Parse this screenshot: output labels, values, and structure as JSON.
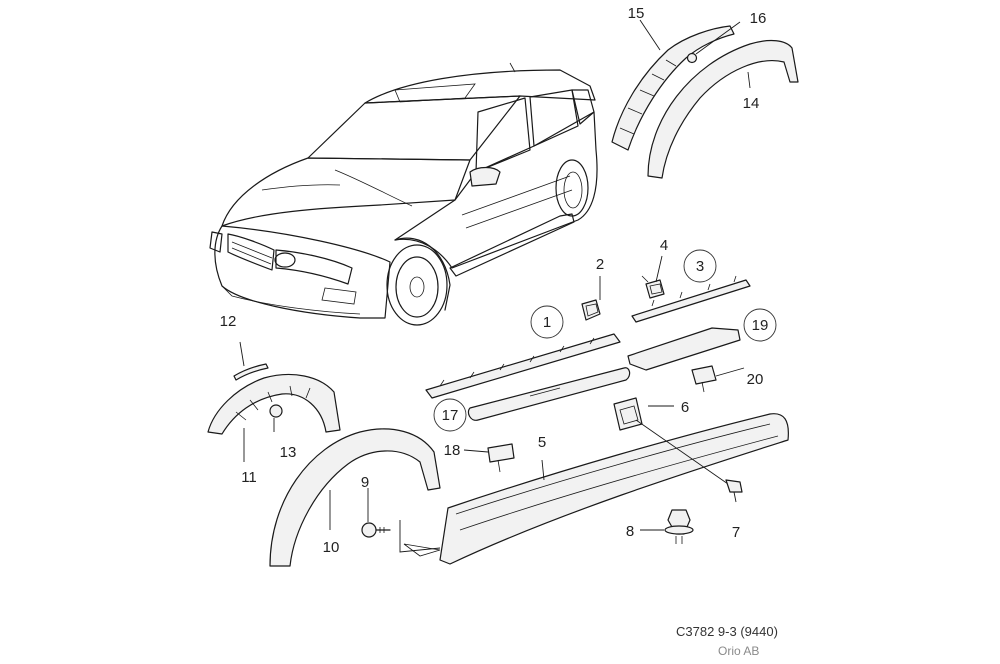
{
  "callouts": {
    "c1": "1",
    "c2": "2",
    "c3": "3",
    "c4": "4",
    "c5": "5",
    "c6": "6",
    "c7": "7",
    "c8": "8",
    "c9": "9",
    "c10": "10",
    "c11": "11",
    "c12": "12",
    "c13": "13",
    "c14": "14",
    "c15": "15",
    "c16": "16",
    "c17": "17",
    "c18": "18",
    "c19": "19",
    "c20": "20"
  },
  "footer": {
    "code": "C3782 9-3 (9440)",
    "owner": "Orio AB"
  }
}
